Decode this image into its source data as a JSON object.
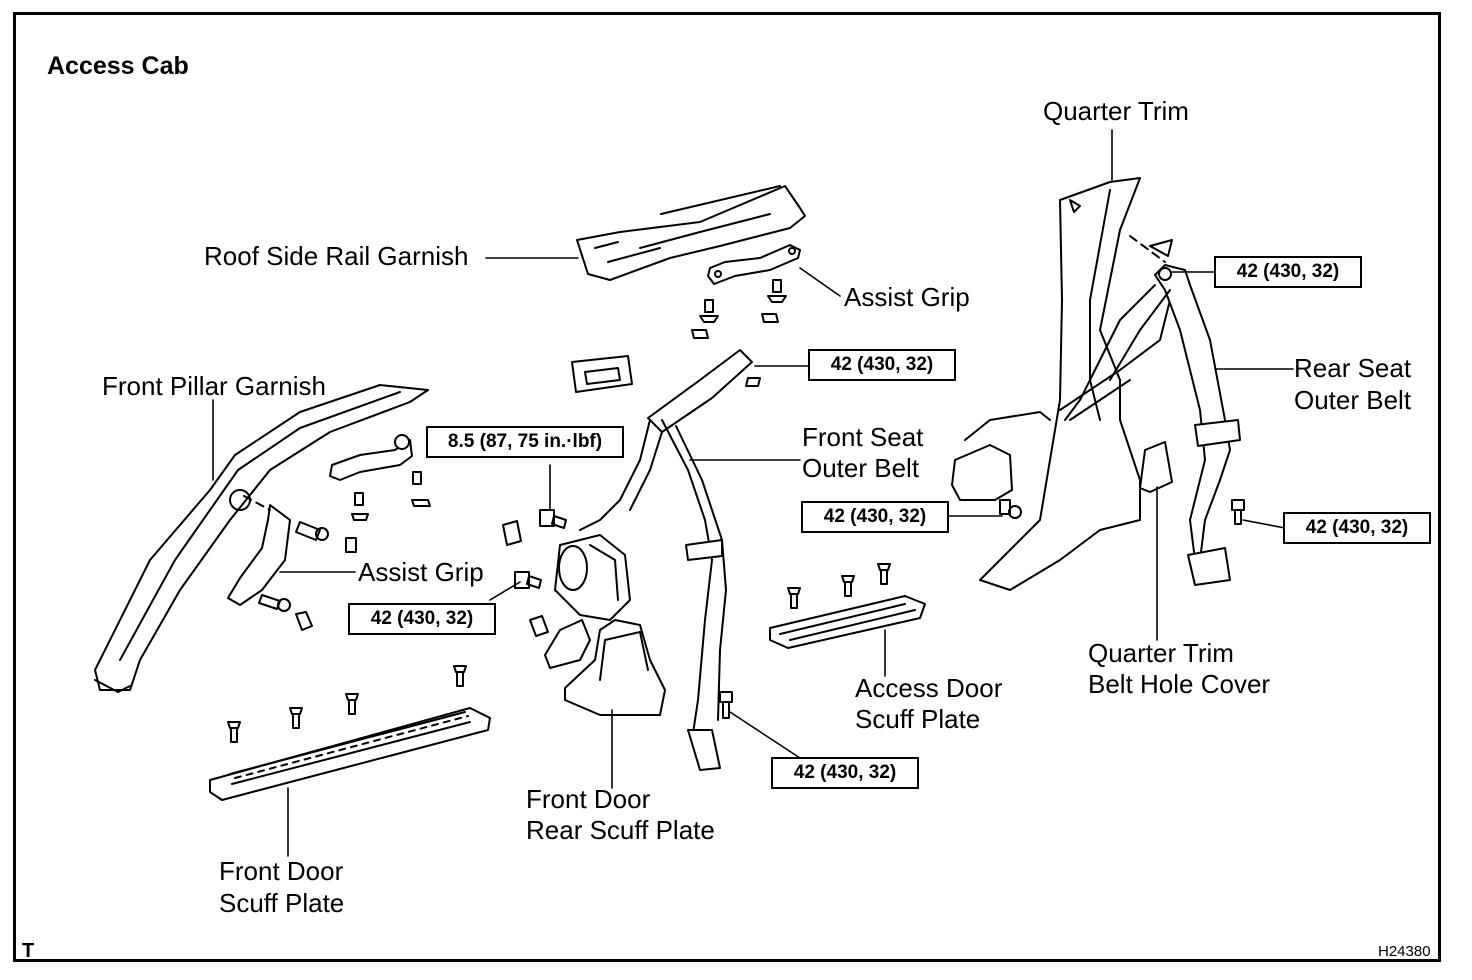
{
  "title": "Access Cab",
  "labels": {
    "roof_side_rail_garnish": "Roof Side Rail Garnish",
    "assist_grip_upper": "Assist Grip",
    "front_pillar_garnish": "Front Pillar Garnish",
    "assist_grip_lower": "Assist Grip",
    "front_seat_outer_belt_1": "Front Seat",
    "front_seat_outer_belt_2": "Outer Belt",
    "quarter_trim": "Quarter Trim",
    "rear_seat_outer_belt_1": "Rear Seat",
    "rear_seat_outer_belt_2": "Outer Belt",
    "quarter_trim_belt_hole_cover_1": "Quarter Trim",
    "quarter_trim_belt_hole_cover_2": "Belt Hole Cover",
    "access_door_scuff_plate_1": "Access Door",
    "access_door_scuff_plate_2": "Scuff Plate",
    "front_door_rear_scuff_plate_1": "Front Door",
    "front_door_rear_scuff_plate_2": "Rear Scuff Plate",
    "front_door_scuff_plate_1": "Front Door",
    "front_door_scuff_plate_2": "Scuff Plate"
  },
  "torque_specs": {
    "front_belt_anchor_upper": "42 (430, 32)",
    "retractor_bolt": "8.5 (87, 75 in.·lbf)",
    "retractor_lower": "42 (430, 32)",
    "front_belt_floor": "42 (430, 32)",
    "rear_belt_upper": "42 (430, 32)",
    "rear_retractor": "42 (430, 32)",
    "rear_belt_floor": "42 (430, 32)"
  },
  "corner_mark": "T",
  "figure_code": "H24380"
}
